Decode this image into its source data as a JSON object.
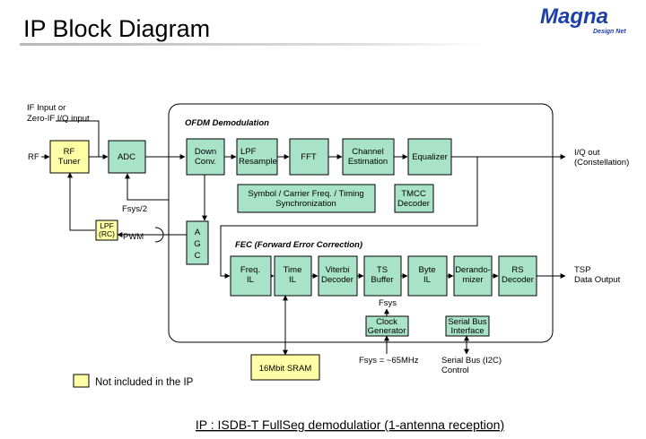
{
  "title": "IP Block Diagram",
  "logo": {
    "brand": "Magna",
    "tagline": "Design Net"
  },
  "sections": {
    "ofdm": "OFDM Demodulation",
    "fec": "FEC (Forward Error Correction)"
  },
  "blocks": {
    "rf_tuner": [
      "RF",
      "Tuner"
    ],
    "adc": [
      "ADC"
    ],
    "lpf_rc": [
      "LPF",
      "(RC)"
    ],
    "agc": [
      "A",
      "G",
      "C"
    ],
    "down_conv": [
      "Down",
      "Conv."
    ],
    "lpf_resample": [
      "LPF",
      "Resample"
    ],
    "fft": [
      "FFT"
    ],
    "channel_est": [
      "Channel",
      "Estimation"
    ],
    "equalizer": [
      "Equalizer"
    ],
    "sync": [
      "Symbol /  Carrier Freq. / Timing",
      "Synchronization"
    ],
    "tmcc": [
      "TMCC",
      "Decoder"
    ],
    "freq_il": [
      "Freq.",
      "IL"
    ],
    "time_il": [
      "Time",
      "IL"
    ],
    "viterbi": [
      "Viterbi",
      "Decoder"
    ],
    "ts_buffer": [
      "TS",
      "Buffer"
    ],
    "byte_il": [
      "Byte",
      "IL"
    ],
    "derandomizer": [
      "Derando-",
      "mizer"
    ],
    "rs_decoder": [
      "RS",
      "Decoder"
    ],
    "clock_gen": [
      "Clock",
      "Generator"
    ],
    "serial_bus": [
      "Serial Bus",
      "Interface"
    ],
    "sram": [
      "16Mbit SRAM"
    ]
  },
  "labels": {
    "if_input": [
      "IF Input or",
      "Zero-IF I/Q input"
    ],
    "rf": "RF",
    "fsys_half": "Fsys/2",
    "pwm": "PWM",
    "iq_out": [
      "I/Q out",
      "(Constellation)"
    ],
    "tsp_out": [
      "TSP",
      "Data Output"
    ],
    "fsys": "Fsys",
    "fsys_freq": "Fsys = ~65MHz",
    "serial_bus_ctrl": [
      "Serial Bus (I2C)",
      "Control"
    ]
  },
  "legend": {
    "text": "Not included in the IP",
    "color": "#ffffa6"
  },
  "caption": "IP : ISDB-T FullSeg demodulatior (1-antenna reception)",
  "colors": {
    "ip_block": "#a8e2c8",
    "external_block": "#ffffa6",
    "title_bar": "#c9c9c9",
    "logo": "#1d3fa8"
  }
}
